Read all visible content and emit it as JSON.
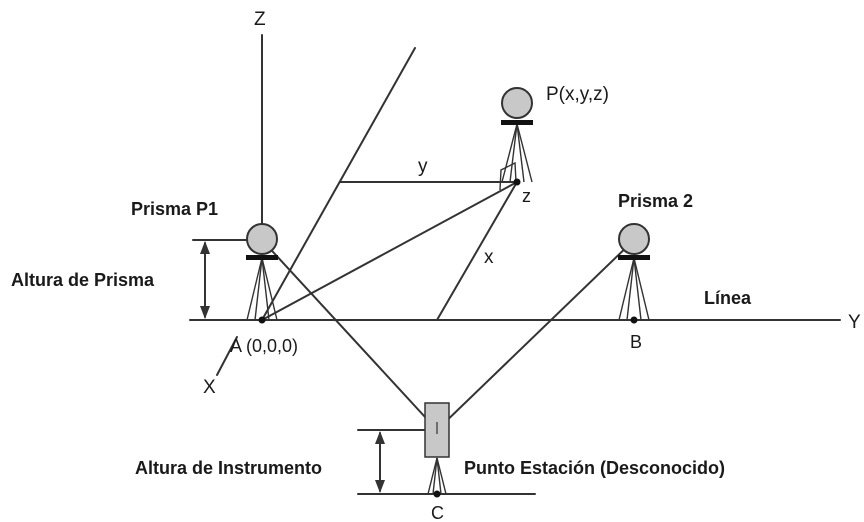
{
  "axes": {
    "z": "Z",
    "y": "Y",
    "x": "X"
  },
  "points": {
    "a": "A (0,0,0)",
    "b": "B",
    "c": "C",
    "p": "P(x,y,z)"
  },
  "prisms": {
    "p1": "Prisma P1",
    "p2": "Prisma 2"
  },
  "labels": {
    "prism_height": "Altura de Prisma",
    "instrument_height": "Altura de Instrumento",
    "station": "Punto Estación (Desconocido)",
    "line": "Línea"
  },
  "coords": {
    "x": "x",
    "y": "y",
    "z": "z"
  },
  "colors": {
    "line": "#333333",
    "prism_fill": "#c8c8c8",
    "instrument_fill": "#c8c8c8"
  }
}
